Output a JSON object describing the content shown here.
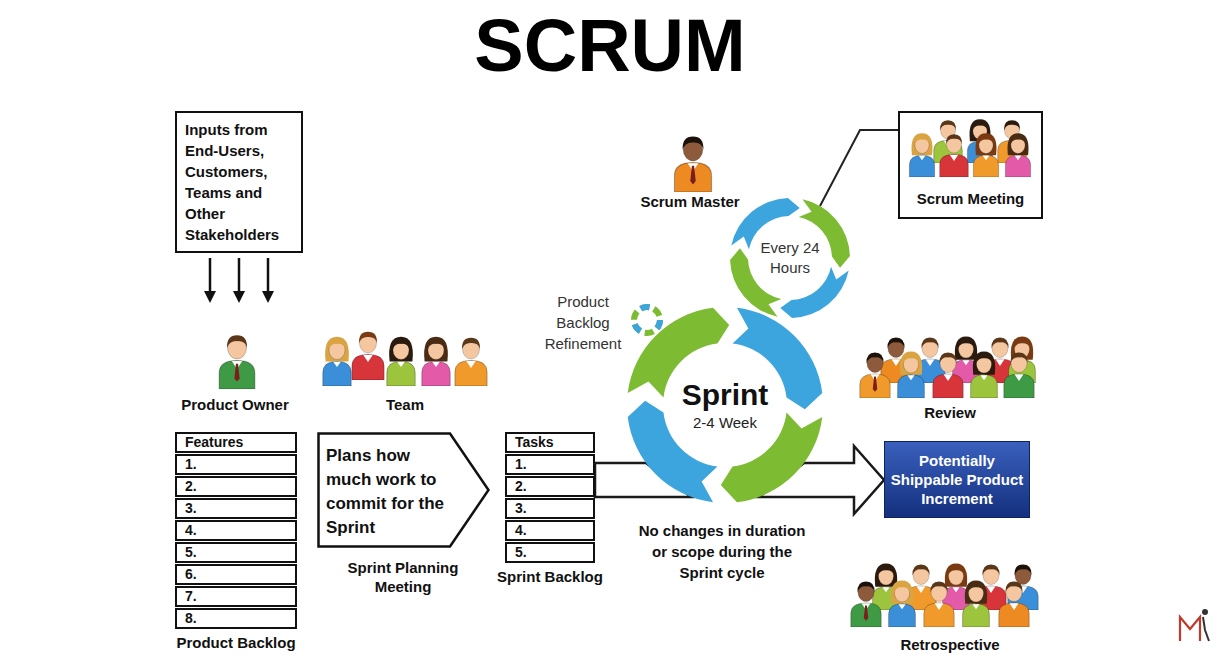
{
  "diagram": {
    "title": "SCRUM",
    "nodes": [
      {
        "text": [
          "Inputs from End-Users, Customers, Teams and Other Stakeholders"
        ]
      },
      {
        "text": [
          "Scrum Meeting"
        ]
      },
      {
        "text": [
          "Every 24 Hours"
        ]
      },
      {
        "text": [
          "Sprint",
          "2-4 Week"
        ]
      },
      {
        "text": [
          "Features",
          "1.",
          "2.",
          "3.",
          "4.",
          "5.",
          "6.",
          "7.",
          "8.",
          "Product Backlog"
        ]
      },
      {
        "text": [
          "Plans how much work to commit for the Sprint",
          "Sprint Planning Meeting"
        ]
      },
      {
        "text": [
          "Tasks",
          "1.",
          "2.",
          "3.",
          "4.",
          "5.",
          "Sprint Backlog"
        ]
      },
      {
        "text": [
          "Potentially Shippable Product Increment"
        ]
      }
    ],
    "edges": [
      {
        "from": 2,
        "to": 1,
        "arrow": "none"
      },
      {
        "from": 6,
        "to": 3,
        "arrow": "none"
      },
      {
        "from": 3,
        "to": 7,
        "arrow": "to"
      }
    ],
    "labels": [
      "Product Owner",
      "Team",
      "Scrum Master",
      "Product Backlog Refinement",
      "Review",
      "No changes in duration or scope during the Sprint cycle",
      "Retrospective"
    ]
  }
}
